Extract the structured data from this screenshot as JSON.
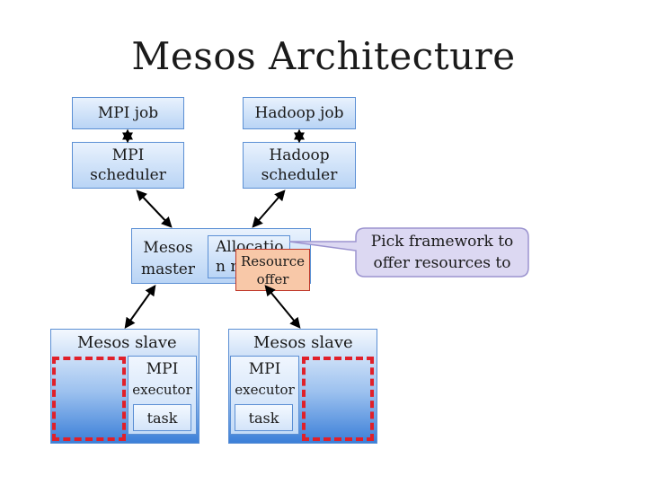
{
  "title": "Mesos Architecture",
  "jobs": {
    "mpi_job": "MPI job",
    "hadoop_job": "Hadoop job"
  },
  "schedulers": {
    "mpi_line1": "MPI",
    "mpi_line2": "scheduler",
    "hadoop_line1": "Hadoop",
    "hadoop_line2": "scheduler"
  },
  "master": {
    "label_line1": "Mesos",
    "label_line2": "master",
    "allocation_line1": "Allocatio",
    "allocation_line2": "n m",
    "offer_line1": "Resource",
    "offer_line2": "offer"
  },
  "callout": {
    "line1": "Pick framework to",
    "line2": "offer resources to"
  },
  "slaves": [
    {
      "label": "Mesos slave",
      "executor_line1": "MPI",
      "executor_line2": "executor",
      "task": "task"
    },
    {
      "label": "Mesos slave",
      "executor_line1": "MPI",
      "executor_line2": "executor",
      "task": "task"
    }
  ],
  "colors": {
    "arrow": "#000000",
    "box_border": "#5b8fd4",
    "free_resources": "#e0202a",
    "offer_fill": "#f8c8a8",
    "callout_fill": "#dcd8f2"
  }
}
